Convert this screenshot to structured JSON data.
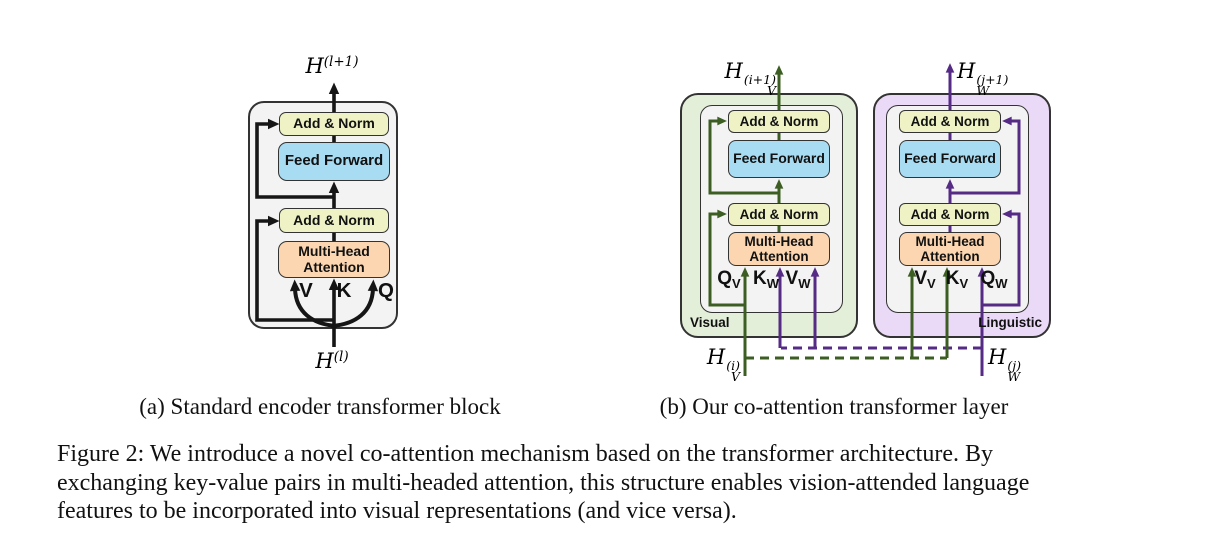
{
  "colors": {
    "arrow-black": "#161616",
    "arrow-green": "#3D5E23",
    "arrow-purple": "#552B85",
    "bg-green": "#E3EFD9",
    "bg-purple": "#EAD9F7",
    "bg-grey": "#F3F3F3",
    "box-border": "#333333",
    "fill-addnorm": "#EEF2C4",
    "fill-ff": "#A8DCF2",
    "fill-mha": "#FBD6B0"
  },
  "panel_a": {
    "caption": "(a) Standard encoder transformer block",
    "output_label": {
      "base": "H",
      "sup": "(l+1)"
    },
    "input_label": {
      "base": "H",
      "sup": "(l)"
    },
    "boxes": {
      "add_norm_top": "Add & Norm",
      "feed_forward": "Feed Forward",
      "add_norm_bottom": "Add & Norm",
      "attention_line1": "Multi-Head",
      "attention_line2": "Attention"
    },
    "qkv": {
      "v": "V",
      "k": "K",
      "q": "Q"
    }
  },
  "panel_b": {
    "caption": "(b) Our co-attention transformer layer",
    "visual": {
      "region_label": "Visual",
      "output_label": {
        "base": "H",
        "sub": "V",
        "sup": "(i+1)"
      },
      "input_label": {
        "base": "H",
        "sub": "V",
        "sup": "(i)"
      },
      "boxes": {
        "add_norm_top": "Add & Norm",
        "feed_forward": "Feed Forward",
        "add_norm_bottom": "Add & Norm",
        "attention_line1": "Multi-Head",
        "attention_line2": "Attention"
      },
      "qkv": [
        {
          "base": "Q",
          "sub": "V"
        },
        {
          "base": "K",
          "sub": "W"
        },
        {
          "base": "V",
          "sub": "W"
        }
      ]
    },
    "linguistic": {
      "region_label": "Linguistic",
      "output_label": {
        "base": "H",
        "sub": "W",
        "sup": "(j+1)"
      },
      "input_label": {
        "base": "H",
        "sub": "W",
        "sup": "(j)"
      },
      "boxes": {
        "add_norm_top": "Add & Norm",
        "feed_forward": "Feed Forward",
        "add_norm_bottom": "Add & Norm",
        "attention_line1": "Multi-Head",
        "attention_line2": "Attention"
      },
      "qkv": [
        {
          "base": "V",
          "sub": "V"
        },
        {
          "base": "K",
          "sub": "V"
        },
        {
          "base": "Q",
          "sub": "W"
        }
      ]
    }
  },
  "figure_caption": {
    "lines": [
      "Figure 2: We introduce a novel co-attention mechanism based on the transformer architecture. By",
      "exchanging key-value pairs in multi-headed attention, this structure enables vision-attended language",
      "features to be incorporated into visual representations (and vice versa)."
    ]
  }
}
